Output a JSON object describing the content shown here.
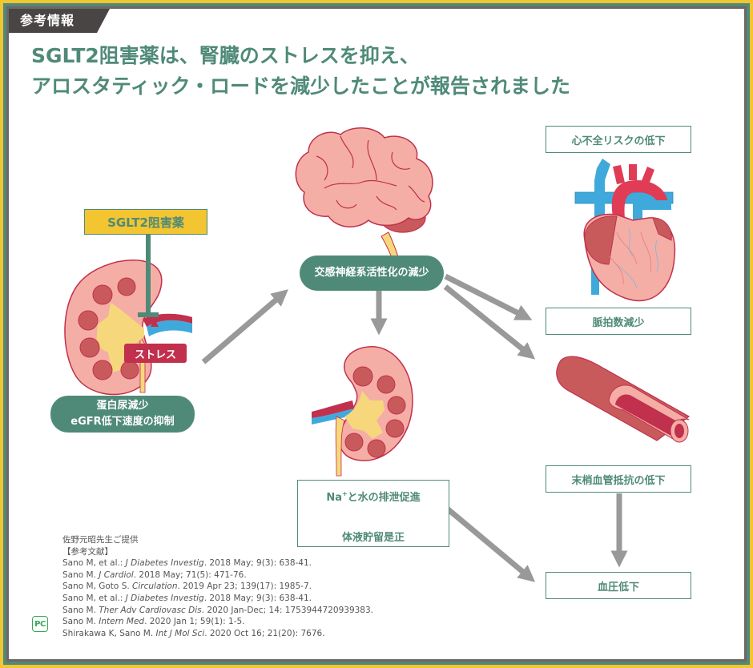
{
  "header": {
    "tag": "参考情報",
    "title_line1": "SGLT2阻害薬は、腎臓のストレスを抑え、",
    "title_line2": "アロスタティック・ロードを減少したことが報告されました"
  },
  "colors": {
    "outer_border": "#f2c531",
    "middle_border": "#4f8a78",
    "inner_border": "#6f6565",
    "accent_green": "#4f8a78",
    "drug_yellow": "#f2c531",
    "stress_red": "#c1304c",
    "arrow_gray": "#999999",
    "organ_pink": "#f4aea6",
    "organ_dark": "#c95a5c",
    "vein_blue": "#3fa9dc"
  },
  "left": {
    "drug_label": "SGLT2阻害薬",
    "stress_label": "ストレス",
    "outcome_line1": "蛋白尿減少",
    "outcome_line2": "eGFR低下速度の抑制"
  },
  "center": {
    "brain_outcome": "交感神経系活性化の減少",
    "kidney_outcome_line1_prefix": "Na",
    "kidney_outcome_line1_sup": "+",
    "kidney_outcome_line1_suffix": "と水の排泄促進",
    "kidney_outcome_line2": "体液貯留是正"
  },
  "right": {
    "heart_title": "心不全リスクの低下",
    "heart_rate": "脈拍数減少",
    "vascular": "末梢血管抵抗の低下",
    "blood_pressure": "血圧低下"
  },
  "references": {
    "credit": "佐野元昭先生ご提供",
    "heading": "【参考文献】",
    "items": [
      {
        "pre": "Sano M, et al.: ",
        "journal": "J Diabetes Investig",
        "post": ". 2018 May; 9(3): 638-41."
      },
      {
        "pre": "Sano M. ",
        "journal": "J Cardiol",
        "post": ". 2018 May; 71(5): 471-76."
      },
      {
        "pre": "Sano M, Goto S. ",
        "journal": "Circulation",
        "post": ". 2019 Apr 23; 139(17): 1985-7."
      },
      {
        "pre": "Sano M, et al.: ",
        "journal": "J Diabetes Investig",
        "post": ". 2018 May; 9(3): 638-41."
      },
      {
        "pre": "Sano M. ",
        "journal": "Ther Adv Cardiovasc Dis",
        "post": ". 2020 Jan-Dec; 14: 1753944720939383."
      },
      {
        "pre": "Sano M. ",
        "journal": "Intern Med",
        "post": ". 2020 Jan 1; 59(1): 1-5."
      },
      {
        "pre": "Shirakawa K, Sano M. ",
        "journal": "Int J Mol Sci",
        "post": ". 2020 Oct 16; 21(20): 7676."
      }
    ]
  },
  "logo": {
    "text": "PC"
  }
}
